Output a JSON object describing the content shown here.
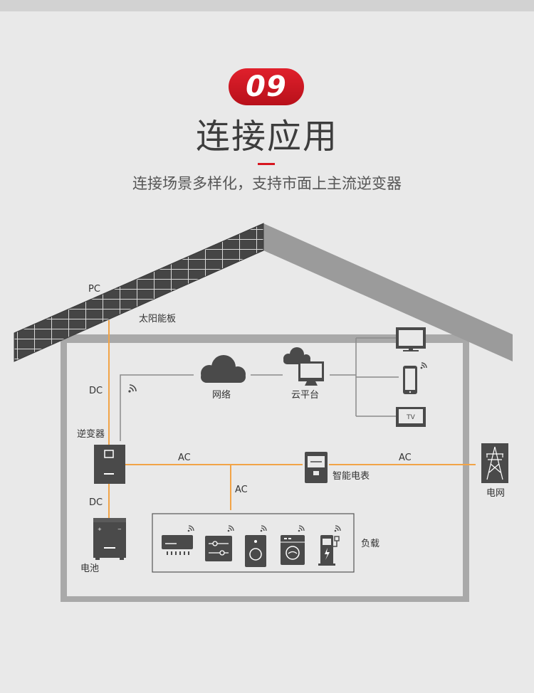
{
  "header": {
    "badge": "09",
    "title": "连接应用",
    "subtitle": "连接场景多样化，支持市面上主流逆变器"
  },
  "diagram": {
    "labels": {
      "pc": "PC",
      "solar_panel": "太阳能板",
      "dc_top": "DC",
      "dc_bottom": "DC",
      "inverter": "逆变器",
      "battery": "电池",
      "network": "网络",
      "cloud_platform": "云平台",
      "ac_left": "AC",
      "ac_mid": "AC",
      "ac_right": "AC",
      "smart_meter": "智能电表",
      "grid": "电网",
      "load": "负载",
      "tv": "TV"
    },
    "colors": {
      "power_line": "#f2a447",
      "data_line": "#8a8a8a",
      "device": "#4a4a4a",
      "house_wall": "#a9a9a9",
      "accent": "#d7161f"
    }
  }
}
